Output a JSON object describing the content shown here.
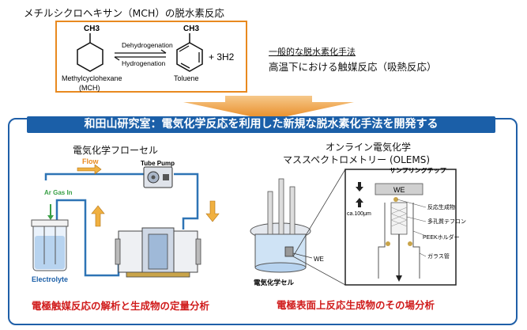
{
  "header": {
    "title": "メチルシクロヘキサン（MCH）の脱水素反応"
  },
  "reaction": {
    "ch3_left": "CH3",
    "ch3_right": "CH3",
    "forward": "Dehydrogenation",
    "reverse": "Hydrogenation",
    "product_h2": "+ 3H2",
    "reactant_name": "Methylcyclohexane",
    "reactant_abbr": "(MCH)",
    "product_name": "Toluene"
  },
  "general": {
    "label": "一般的な脱水素化手法",
    "text": "高温下における触媒反応（吸熱反応）"
  },
  "banner": {
    "text": "和田山研究室：電気化学反応を利用した新規な脱水素化手法を開発する"
  },
  "left": {
    "title": "電気化学フローセル",
    "flow": "Flow",
    "pump": "Tube Pump",
    "gas": "Ar Gas In",
    "electrolyte": "Electrolyte",
    "caption": "電極触媒反応の解析と生成物の定量分析"
  },
  "right": {
    "title1": "オンライン電気化学",
    "title2": "マススペクトロメトリー (OLEMS)",
    "tip_title": "サンプリングチップ",
    "we_top": "WE",
    "we_cell": "WE",
    "cell_label": "電気化学セル",
    "distance": "ca.100μm",
    "l1": "反応生成物",
    "l2": "多孔質テフロン",
    "l3": "PEEKホルダー",
    "l4": "ガラス管",
    "caption": "電極表面上反応生成物のその場分析"
  },
  "colors": {
    "orange": "#e8891f",
    "blue": "#1b5fa8",
    "red": "#d01c1c",
    "green": "#3aa046",
    "flow_orange": "#f0b040"
  }
}
